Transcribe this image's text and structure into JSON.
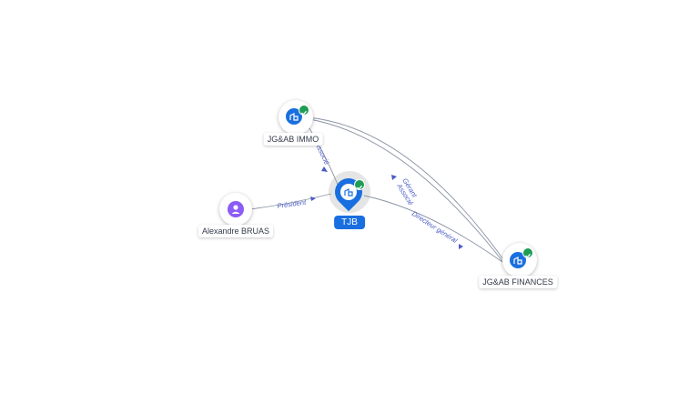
{
  "nodes": {
    "jgab_immo": {
      "label": "JG&AB IMMO",
      "type": "company",
      "verified": true
    },
    "tjb": {
      "label": "TJB",
      "type": "company",
      "verified": true,
      "focus": true
    },
    "alexandre": {
      "label": "Alexandre BRUAS",
      "type": "person"
    },
    "jgab_finances": {
      "label": "JG&AB FINANCES",
      "type": "company",
      "verified": true
    }
  },
  "edges": {
    "immo_tjb": {
      "label": "Associé"
    },
    "alex_tjb": {
      "label": "Président"
    },
    "immo_fin_1": {
      "label": "Gérant"
    },
    "immo_fin_2": {
      "label": "Associé"
    },
    "tjb_fin": {
      "label": "Directeur général"
    }
  },
  "colors": {
    "brand": "#1a6fe0",
    "person": "#8b5cf6",
    "verified": "#1f9d55",
    "edge": "#8a93a5",
    "edge_label": "#4a5cc4"
  },
  "icons": {
    "company": "building-icon",
    "person": "person-icon",
    "verified": "check-badge-icon"
  }
}
